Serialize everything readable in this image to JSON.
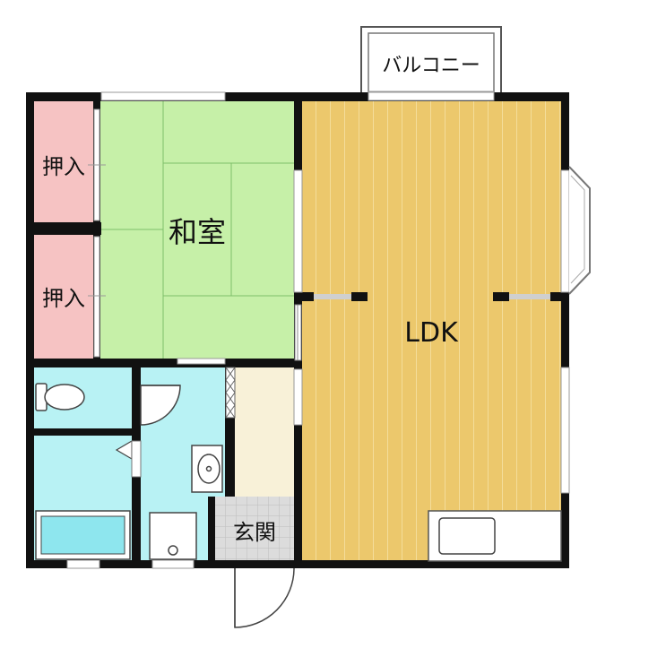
{
  "rooms": {
    "closet_top": "押入",
    "closet_bottom": "押入",
    "washitsu": "和室",
    "ldk": "LDK",
    "genkan": "玄関",
    "balcony": "バルコニー"
  },
  "colors": {
    "wall": "#111111",
    "closet": "#f6c3c3",
    "tatami": "#c6f0a8",
    "flooring": "#ecc86c",
    "wet_area": "#b8f2f4",
    "hall": "#f8f1d8",
    "entrance": "#d9d9d9",
    "bathtub": "#8ee6ee"
  }
}
